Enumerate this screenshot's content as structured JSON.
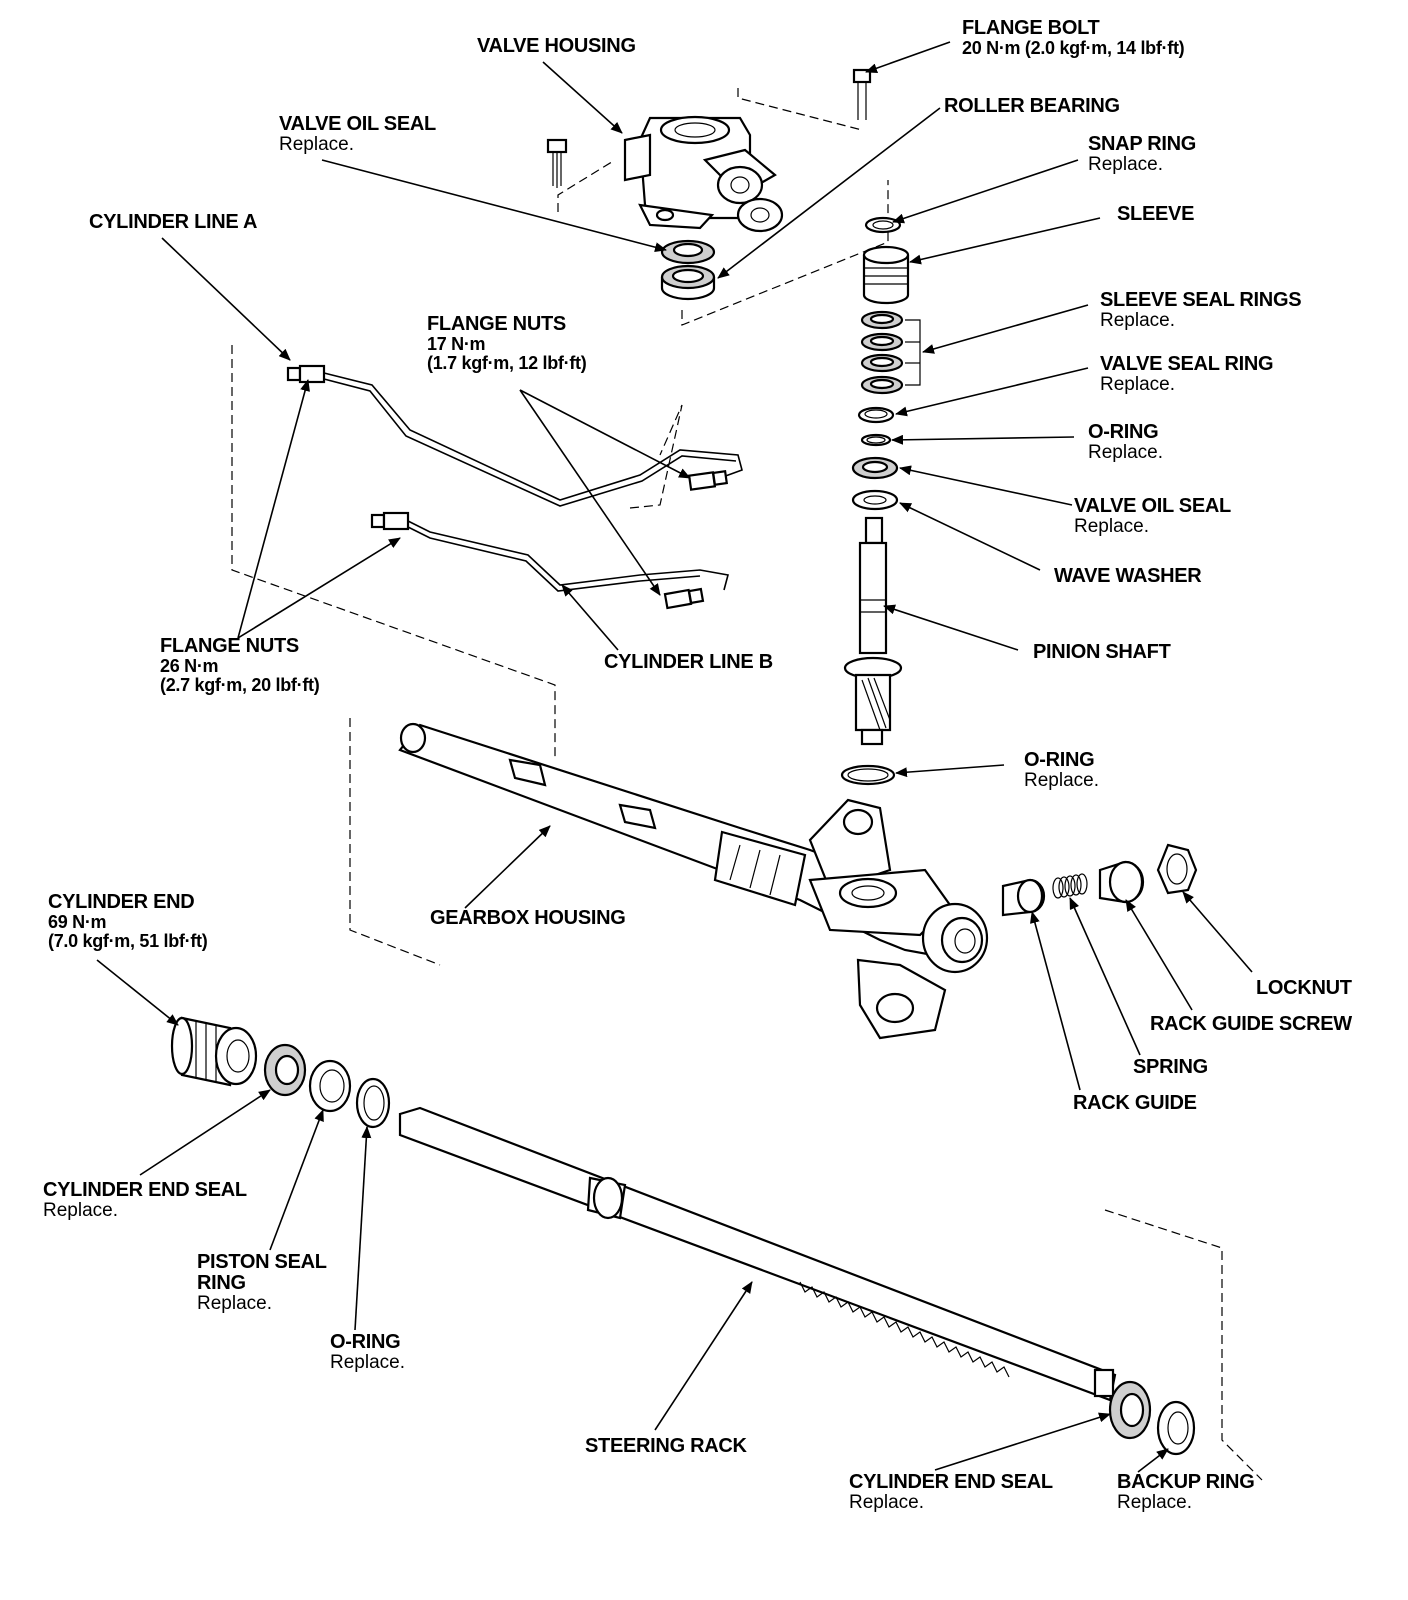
{
  "labels": {
    "valve_housing": {
      "name": "VALVE HOUSING"
    },
    "flange_bolt": {
      "name": "FLANGE BOLT",
      "torque": "20 N·m (2.0 kgf·m, 14 lbf·ft)"
    },
    "roller_bearing": {
      "name": "ROLLER BEARING"
    },
    "valve_oil_seal_top": {
      "name": "VALVE OIL SEAL",
      "note": "Replace."
    },
    "snap_ring": {
      "name": "SNAP RING",
      "note": "Replace."
    },
    "sleeve": {
      "name": "SLEEVE"
    },
    "cylinder_line_a": {
      "name": "CYLINDER LINE A"
    },
    "sleeve_seal_rings": {
      "name": "SLEEVE SEAL RINGS",
      "note": "Replace."
    },
    "flange_nuts_17": {
      "name": "FLANGE NUTS",
      "torque1": "17 N·m",
      "torque2": "(1.7 kgf·m, 12 lbf·ft)"
    },
    "valve_seal_ring": {
      "name": "VALVE SEAL RING",
      "note": "Replace."
    },
    "o_ring_upper": {
      "name": "O-RING",
      "note": "Replace."
    },
    "valve_oil_seal_mid": {
      "name": "VALVE OIL SEAL",
      "note": "Replace."
    },
    "wave_washer": {
      "name": "WAVE WASHER"
    },
    "flange_nuts_26": {
      "name": "FLANGE NUTS",
      "torque1": "26 N·m",
      "torque2": "(2.7 kgf·m, 20 lbf·ft)"
    },
    "cylinder_line_b": {
      "name": "CYLINDER LINE B"
    },
    "pinion_shaft": {
      "name": "PINION SHAFT"
    },
    "o_ring_pinion": {
      "name": "O-RING",
      "note": "Replace."
    },
    "cylinder_end": {
      "name": "CYLINDER END",
      "torque1": "69 N·m",
      "torque2": "(7.0 kgf·m,  51 lbf·ft)"
    },
    "gearbox_housing": {
      "name": "GEARBOX HOUSING"
    },
    "locknut": {
      "name": "LOCKNUT"
    },
    "rack_guide_screw": {
      "name": "RACK GUIDE SCREW"
    },
    "spring": {
      "name": "SPRING"
    },
    "rack_guide": {
      "name": "RACK GUIDE"
    },
    "cylinder_end_seal_left": {
      "name": "CYLINDER END SEAL",
      "note": "Replace."
    },
    "piston_seal_ring": {
      "name1": "PISTON SEAL",
      "name2": "RING",
      "note": "Replace."
    },
    "o_ring_lower": {
      "name": "O-RING",
      "note": "Replace."
    },
    "steering_rack": {
      "name": "STEERING RACK"
    },
    "cylinder_end_seal_right": {
      "name": "CYLINDER END SEAL",
      "note": "Replace."
    },
    "backup_ring": {
      "name": "BACKUP RING",
      "note": "Replace."
    }
  }
}
